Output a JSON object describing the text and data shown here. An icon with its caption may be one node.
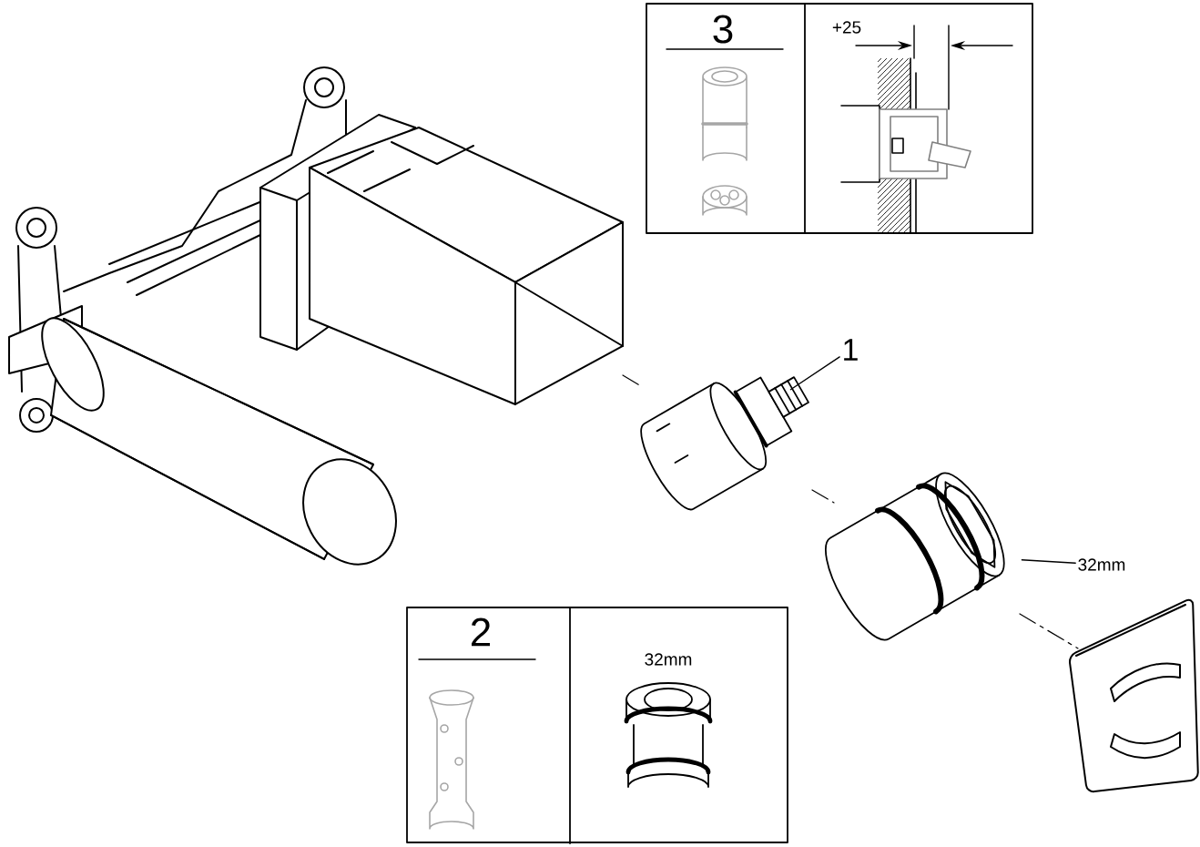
{
  "diagram": {
    "nodes": [
      {
        "text": [],
        "shape": "box"
      },
      {
        "text": [
          "3"
        ],
        "in": 0
      },
      {
        "text": [
          "+25"
        ],
        "in": 0
      },
      {
        "text": [],
        "shape": "picture"
      },
      {
        "text": [
          "1"
        ]
      },
      {
        "text": [],
        "shape": "picture"
      },
      {
        "text": [
          "32mm"
        ]
      },
      {
        "text": [],
        "shape": "box"
      },
      {
        "text": [
          "2"
        ],
        "in": 7
      },
      {
        "text": [
          "32mm"
        ],
        "in": 7
      }
    ],
    "edges": [
      {
        "from": 4,
        "to": 3,
        "arrow": "none"
      },
      {
        "from": 6,
        "to": 5,
        "arrow": "none"
      }
    ]
  }
}
